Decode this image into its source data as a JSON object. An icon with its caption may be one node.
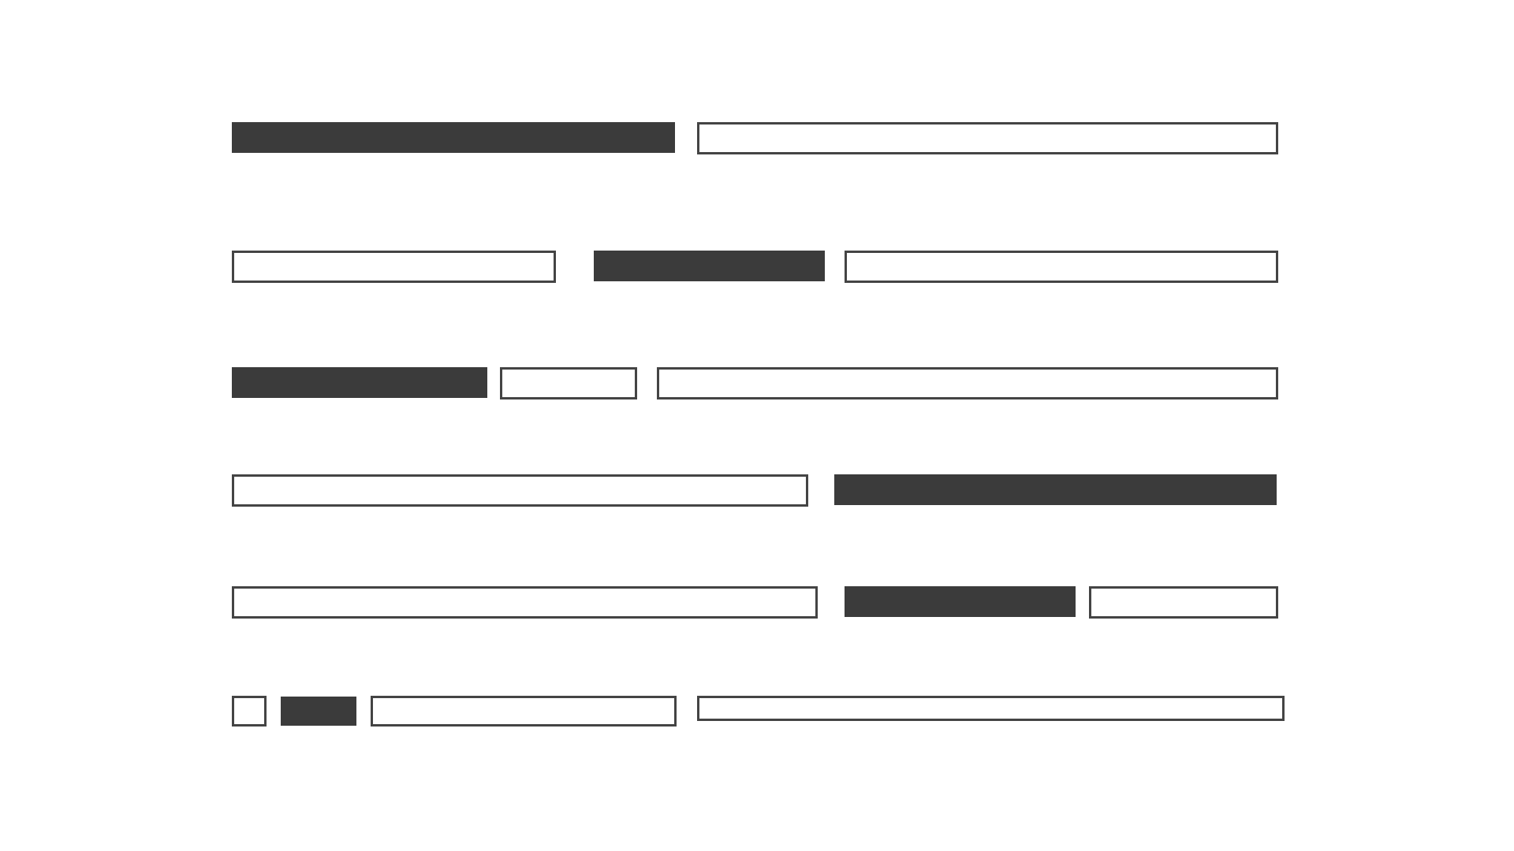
{
  "diagram": {
    "nodes": [
      {
        "text": [],
        "shape": "bar"
      },
      {
        "text": [],
        "shape": "box"
      },
      {
        "text": [],
        "shape": "box"
      },
      {
        "text": [],
        "shape": "bar"
      },
      {
        "text": [],
        "shape": "box"
      },
      {
        "text": [],
        "shape": "bar"
      },
      {
        "text": [],
        "shape": "box"
      },
      {
        "text": [],
        "shape": "box"
      },
      {
        "text": [],
        "shape": "box"
      },
      {
        "text": [],
        "shape": "bar"
      },
      {
        "text": [],
        "shape": "box"
      },
      {
        "text": [],
        "shape": "bar"
      },
      {
        "text": [],
        "shape": "box"
      },
      {
        "text": [],
        "shape": "box"
      },
      {
        "text": [],
        "shape": "bar"
      },
      {
        "text": [],
        "shape": "box"
      },
      {
        "text": [],
        "shape": "box"
      }
    ]
  }
}
